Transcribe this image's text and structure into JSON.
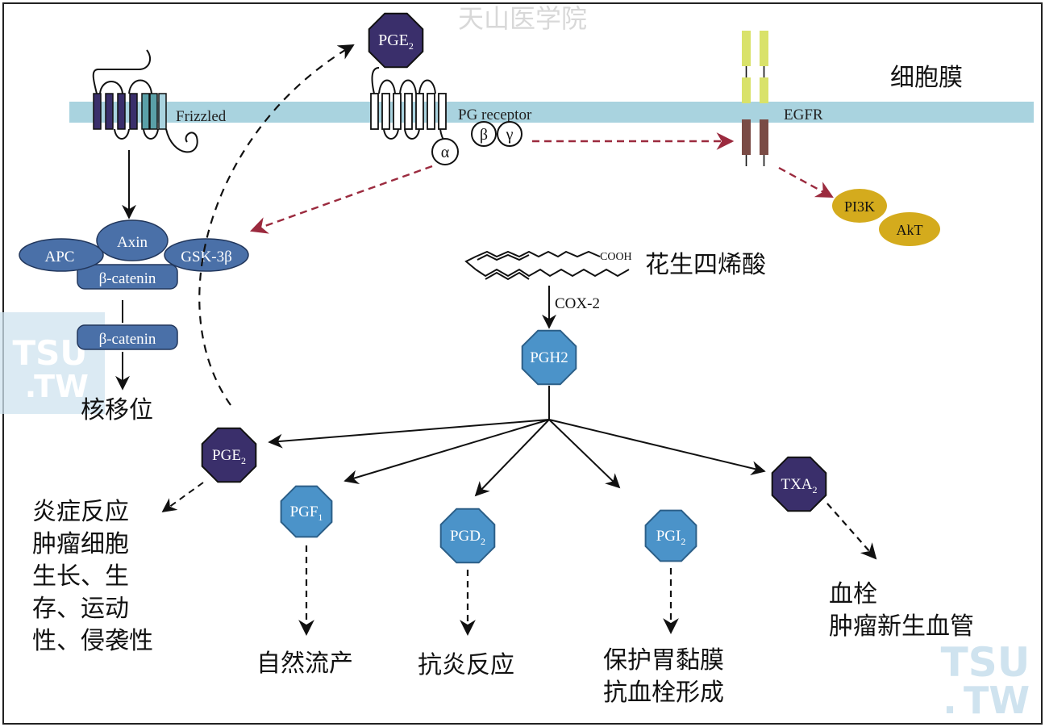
{
  "watermarks": {
    "top": "天山医学院",
    "tsu_line1": "TSU",
    "tsu_line2_dot": ".",
    "tsu_line2": "TW"
  },
  "membrane": {
    "label": "细胞膜",
    "frizzled": "Frizzled",
    "pg_receptor": "PG receptor",
    "egfr": "EGFR"
  },
  "g_protein": {
    "alpha": "α",
    "beta": "β",
    "gamma": "γ"
  },
  "complex": {
    "apc": "APC",
    "axin": "Axin",
    "gsk": "GSK-3β",
    "beta_catenin": "β-catenin",
    "beta_catenin_free": "β-catenin",
    "nuclear": "核移位"
  },
  "pi3k": {
    "pi3k": "PI3K",
    "akt": "AkT"
  },
  "arachidonic": {
    "cooh": "COOH",
    "name": "花生四烯酸",
    "enzyme": "COX-2"
  },
  "prostanoids": {
    "pge2_top": {
      "main": "PGE",
      "sub": "2"
    },
    "pgh2": {
      "main": "PGH2"
    },
    "pge2": {
      "main": "PGE",
      "sub": "2"
    },
    "pgf1": {
      "main": "PGF",
      "sub": "1"
    },
    "pgd2": {
      "main": "PGD",
      "sub": "2"
    },
    "pgi2": {
      "main": "PGI",
      "sub": "2"
    },
    "txa2": {
      "main": "TXA",
      "sub": "2"
    }
  },
  "outcomes": {
    "pge2": [
      "炎症反应",
      "肿瘤细胞",
      "生长、生",
      "存、运动",
      "性、侵袭性"
    ],
    "pgf1": [
      "自然流产"
    ],
    "pgd2": [
      "抗炎反应"
    ],
    "pgi2": [
      "保护胃黏膜",
      "抗血栓形成"
    ],
    "txa2": [
      "血栓",
      "肿瘤新生血管"
    ]
  },
  "colors": {
    "membrane": "#a9d3df",
    "dark_purple": "#3a2f6b",
    "light_blue": "#4b93c9",
    "complex_blue": "#4a70a8",
    "egfr_yellow": "#d9e26a",
    "egfr_brown": "#7a4b45",
    "pi3k_gold": "#d4ab1d",
    "red_arrow": "#9b2a3e",
    "watermark": "#cfe3ef"
  }
}
